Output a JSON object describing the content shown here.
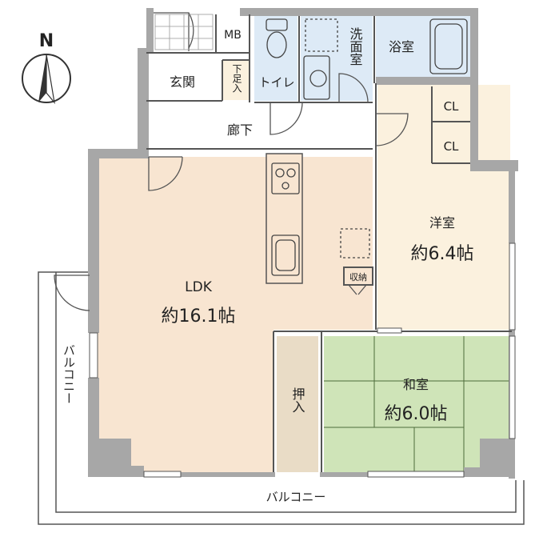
{
  "compass": {
    "label": "N"
  },
  "rooms": {
    "ldk": {
      "name": "LDK",
      "size": "約16.1帖"
    },
    "western": {
      "name": "洋室",
      "size": "約6.4帖"
    },
    "japanese": {
      "name": "和室",
      "size": "約6.0帖"
    },
    "entrance": {
      "name": "玄関"
    },
    "shoe_box": {
      "name": "下足入"
    },
    "toilet": {
      "name": "トイレ"
    },
    "washroom": {
      "name": "洗面室"
    },
    "bathroom": {
      "name": "浴室"
    },
    "hallway": {
      "name": "廊下"
    },
    "mb": {
      "name": "MB"
    },
    "closet_1": {
      "name": "CL"
    },
    "closet_2": {
      "name": "CL"
    },
    "storage": {
      "name": "収納"
    },
    "oshiire": {
      "name": "押入"
    },
    "balcony_south": {
      "name": "バルコニー"
    },
    "balcony_west": {
      "name": "バルコニー"
    }
  },
  "colors": {
    "wall": "#a7a7a7",
    "ldk_floor": "#f8e5d1",
    "western_floor": "#fbf1de",
    "japanese_floor": "#cfe4b8",
    "wet_area": "#ddeaf6",
    "closet": "#e7dcc4",
    "oshiire": "#e9dcc6"
  }
}
